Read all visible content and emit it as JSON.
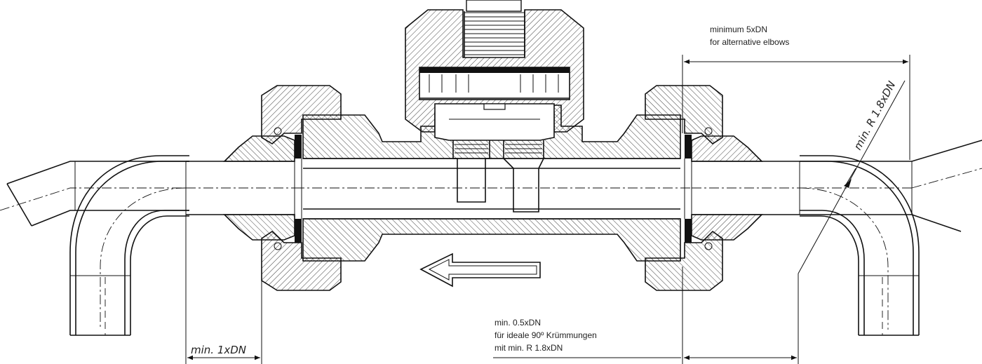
{
  "labels": {
    "top_right_line1": "minimum 5xDN",
    "top_right_line2": "for alternative elbows",
    "radius_label": "min. R 1.8xDN",
    "bottom_mid_line1": "min. 0.5xDN",
    "bottom_mid_line2": "für ideale 90º Krümmungen",
    "bottom_mid_line3": "mit min. R 1.8xDN",
    "bottom_left": "min. 1xDN"
  }
}
